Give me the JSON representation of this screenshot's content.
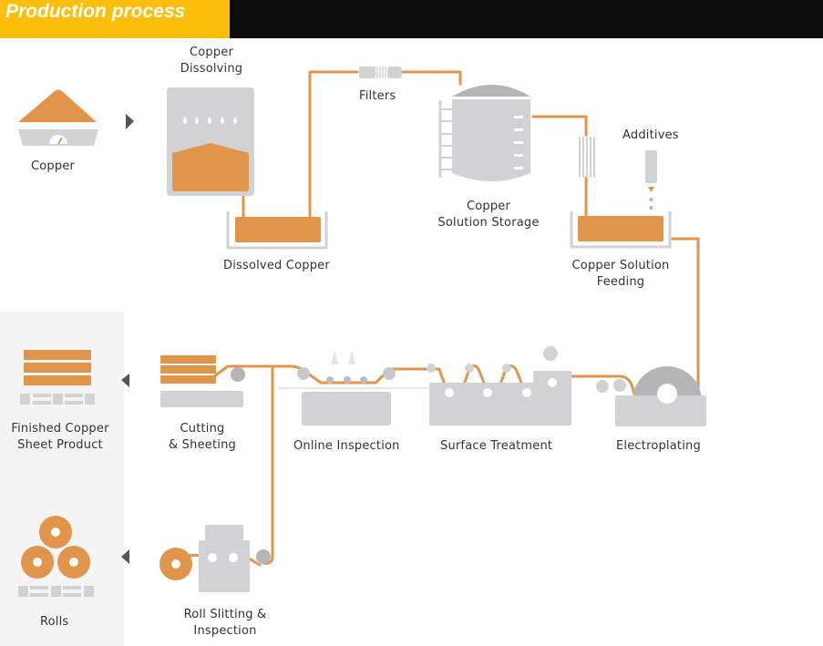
{
  "header": {
    "title": "Production process"
  },
  "colors": {
    "accent": "#fbbf0b",
    "copper": "#e0954a",
    "machine": "#d2d2d4",
    "machine_dark": "#b4b4b6",
    "header_bg": "#0d0d0d"
  },
  "steps": {
    "copper": {
      "label": "Copper"
    },
    "copper_dissolving": {
      "line1": "Copper",
      "line2": "Dissolving"
    },
    "dissolved_copper": {
      "label": "Dissolved Copper"
    },
    "filters": {
      "label": "Filters"
    },
    "copper_solution_storage": {
      "line1": "Copper",
      "line2": "Solution Storage"
    },
    "additives": {
      "label": "Additives"
    },
    "copper_solution_feeding": {
      "line1": "Copper Solution",
      "line2": "Feeding"
    },
    "electroplating": {
      "label": "Electroplating"
    },
    "surface_treatment": {
      "label": "Surface Treatment"
    },
    "online_inspection": {
      "label": "Online Inspection"
    },
    "cutting_sheeting": {
      "line1": "Cutting",
      "line2": "& Sheeting"
    },
    "finished_sheet": {
      "line1": "Finished Copper",
      "line2": "Sheet Product"
    },
    "roll_slitting": {
      "line1": "Roll Slitting &",
      "line2": "Inspection"
    },
    "rolls": {
      "label": "Rolls"
    }
  }
}
